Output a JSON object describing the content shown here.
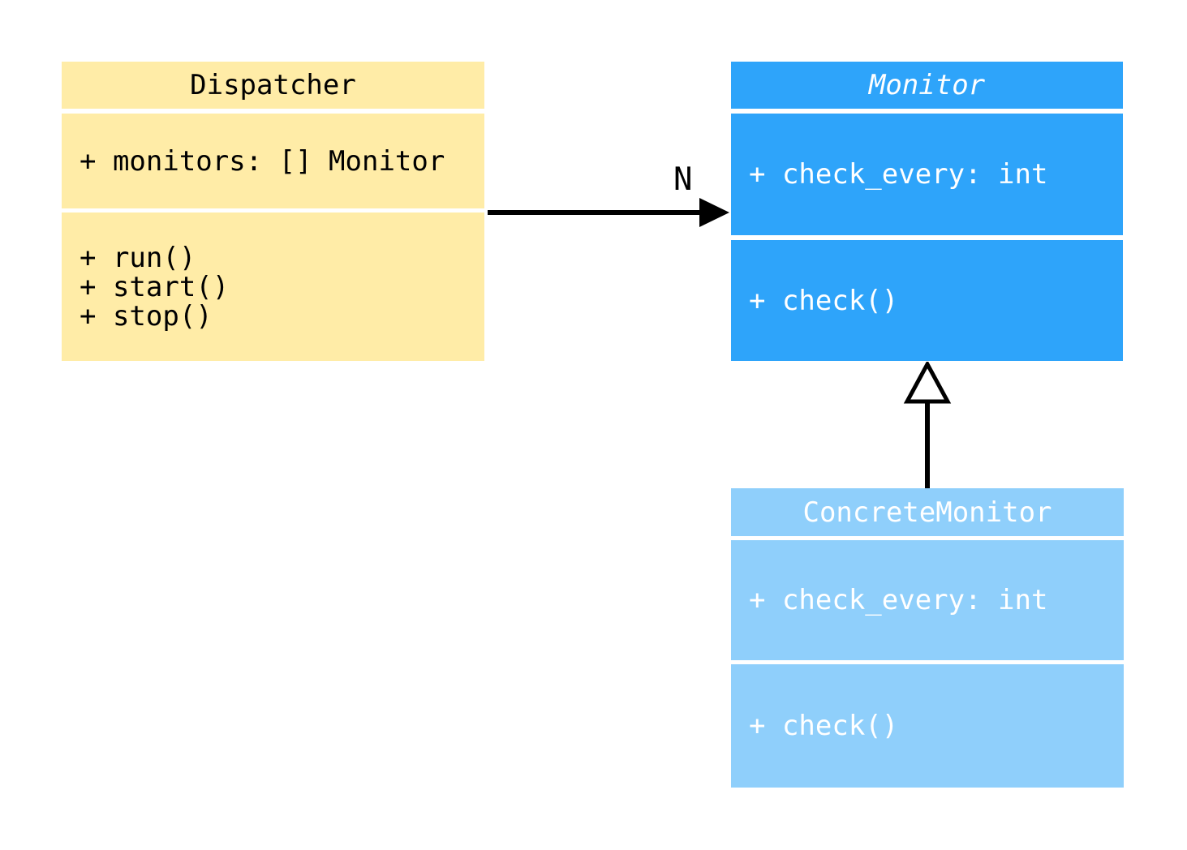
{
  "diagram": {
    "background": "#FFFFFF",
    "line_color": "#000000"
  },
  "classes": {
    "dispatcher": {
      "name": "Dispatcher",
      "abstract": false,
      "fill": "#FFECA7",
      "text_color": "#000000",
      "attributes": [
        "+ monitors: [] Monitor"
      ],
      "methods": [
        "+ run()",
        "+ start()",
        "+ stop()"
      ]
    },
    "monitor": {
      "name": "Monitor",
      "abstract": true,
      "fill": "#2EA4FA",
      "text_color": "#FFFFFF",
      "attributes": [
        "+ check_every: int"
      ],
      "methods": [
        "+ check()"
      ]
    },
    "concrete_monitor": {
      "name": "ConcreteMonitor",
      "abstract": false,
      "fill": "#8FCFFB",
      "text_color": "#FFFFFF",
      "attributes": [
        "+ check_every: int"
      ],
      "methods": [
        "+ check()"
      ]
    }
  },
  "relationships": {
    "association": {
      "from": "Dispatcher",
      "to": "Monitor",
      "label": "N",
      "arrowhead": "filled-arrow"
    },
    "inheritance": {
      "from": "ConcreteMonitor",
      "to": "Monitor",
      "arrowhead": "hollow-triangle"
    }
  }
}
